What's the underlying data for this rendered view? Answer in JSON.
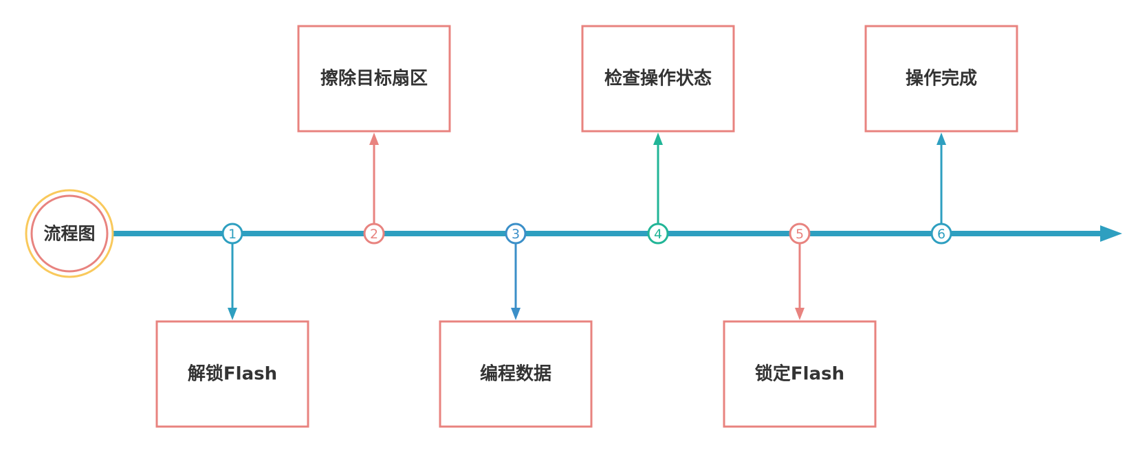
{
  "start": {
    "label": "流程图"
  },
  "steps": [
    {
      "number": "1",
      "label": "解锁Flash",
      "position": "below",
      "color": "#2e9fc0"
    },
    {
      "number": "2",
      "label": "擦除目标扇区",
      "position": "above",
      "color": "#e8837f"
    },
    {
      "number": "3",
      "label": "编程数据",
      "position": "below",
      "color": "#3b8fc8"
    },
    {
      "number": "4",
      "label": "检查操作状态",
      "position": "above",
      "color": "#21b597"
    },
    {
      "number": "5",
      "label": "锁定Flash",
      "position": "below",
      "color": "#e8837f"
    },
    {
      "number": "6",
      "label": "操作完成",
      "position": "above",
      "color": "#2e9fc0"
    }
  ],
  "colors": {
    "timeline": "#2e9fc0",
    "box_border": "#e8837f",
    "start_inner_ring": "#e8837f",
    "start_outer_ring": "#f9c95c",
    "text": "#333333"
  }
}
